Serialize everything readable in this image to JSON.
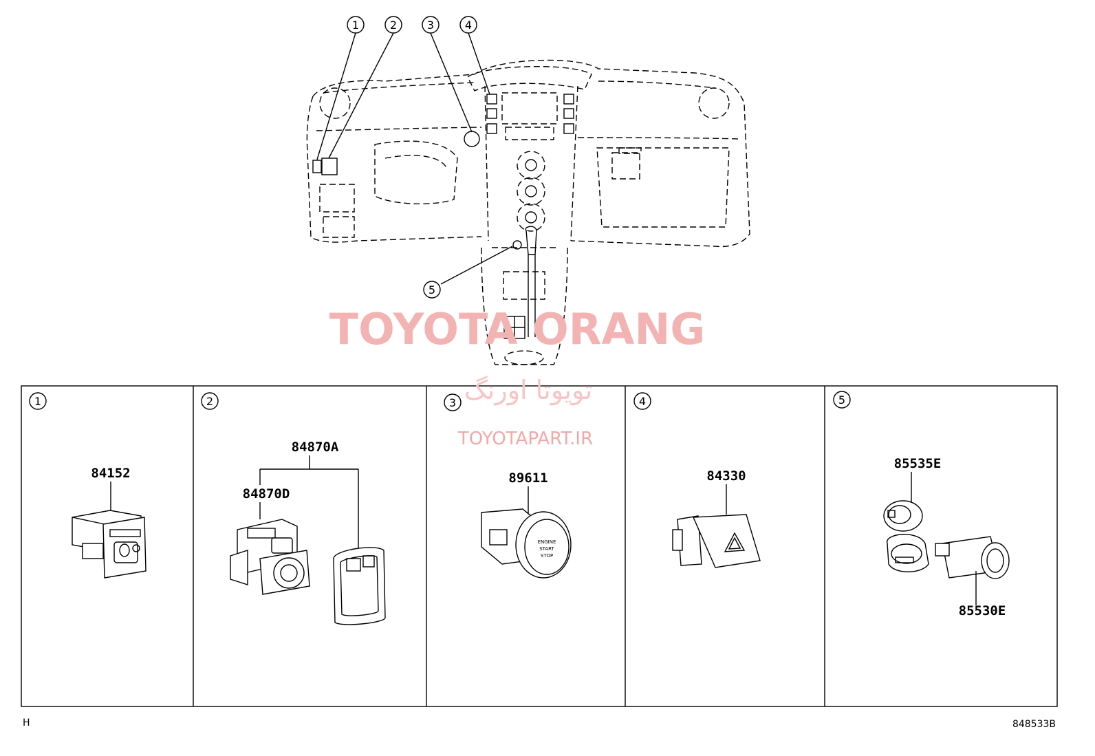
{
  "diagram": {
    "callouts": [
      "1",
      "2",
      "3",
      "4",
      "5"
    ],
    "panels": [
      {
        "number": "1",
        "parts": [
          "84152"
        ]
      },
      {
        "number": "2",
        "parts": [
          "84870A",
          "84870D"
        ]
      },
      {
        "number": "3",
        "parts": [
          "89611"
        ]
      },
      {
        "number": "4",
        "parts": [
          "84330"
        ]
      },
      {
        "number": "5",
        "parts": [
          "85535E",
          "85530E"
        ]
      }
    ],
    "button_text": [
      "ENGINE",
      "START",
      "STOP"
    ]
  },
  "watermark": {
    "title": "TOYOTA ORANG",
    "persian": "تویوتا اورنگ",
    "url": "TOYOTAPART.IR"
  },
  "footer": {
    "left_code": "H",
    "right_code": "848533B"
  }
}
